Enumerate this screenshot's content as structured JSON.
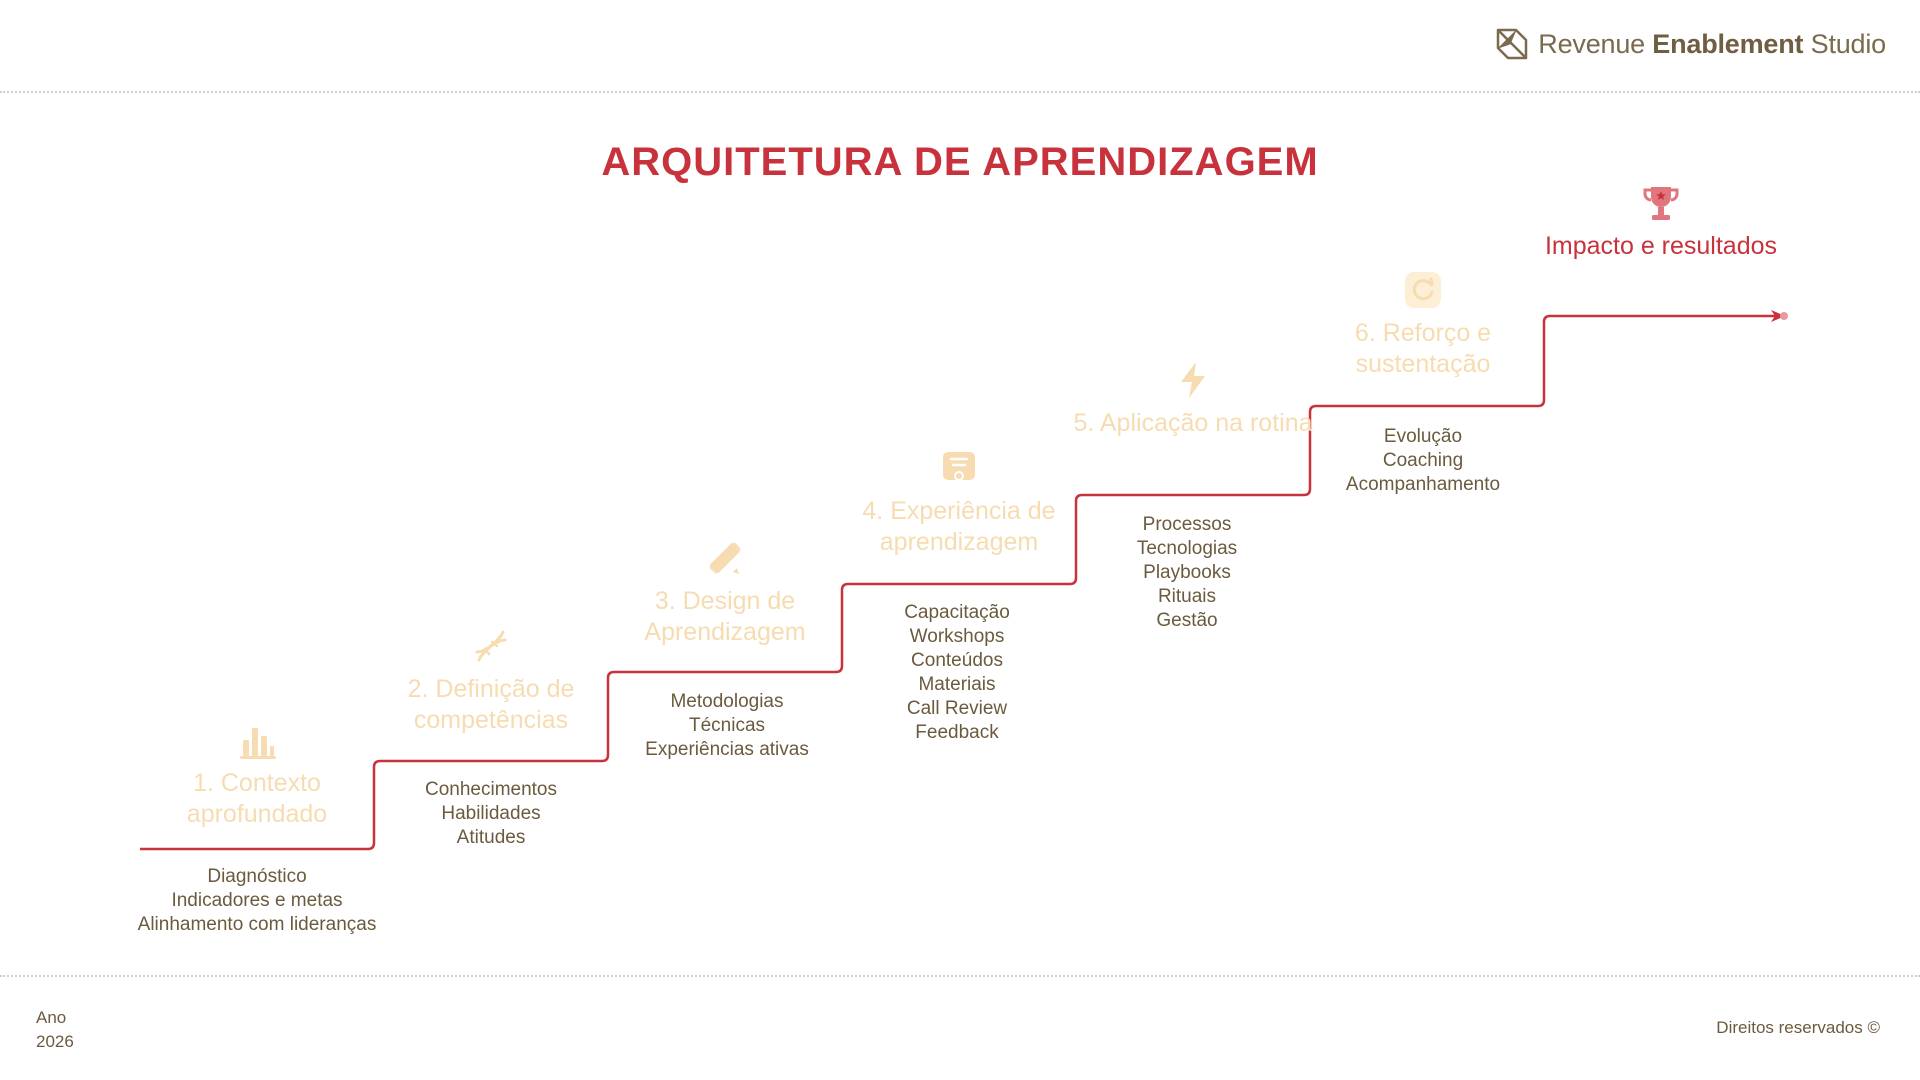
{
  "brand": {
    "name_regular": "Revenue ",
    "name_bold": "Enablement",
    "name_end": " Studio",
    "icon": "brand-logo-icon"
  },
  "title": "ARQUITETURA DE APRENDIZAGEM",
  "stages": [
    {
      "label": "1. Contexto aprofundado",
      "icon": "bar-chart-icon",
      "items": [
        "Diagnóstico",
        "Indicadores e metas",
        "Alinhamento com lideranças"
      ]
    },
    {
      "label": "2. Definição de competências",
      "icon": "dna-icon",
      "items": [
        "Conhecimentos",
        "Habilidades",
        "Atitudes"
      ]
    },
    {
      "label": "3. Design de Aprendizagem",
      "icon": "pencil-ruler-icon",
      "items": [
        "Metodologias",
        "Técnicas",
        "Experiências ativas"
      ]
    },
    {
      "label": "4. Experiência de aprendizagem",
      "icon": "certificate-icon",
      "items": [
        "Capacitação",
        "Workshops",
        "Conteúdos",
        "Materiais",
        "Call Review",
        "Feedback"
      ]
    },
    {
      "label": "5. Aplicação na rotina",
      "icon": "lightning-icon",
      "items": [
        "Processos",
        "Tecnologias",
        "Playbooks",
        "Rituais",
        "Gestão"
      ]
    },
    {
      "label": "6. Reforço e sustentação",
      "icon": "refresh-icon",
      "items": [
        "Evolução",
        "Coaching",
        "Acompanhamento"
      ]
    },
    {
      "label": "Impacto e resultados",
      "icon": "trophy-icon",
      "items": []
    }
  ],
  "colors": {
    "accent": "#c8323c",
    "stage_label": "#f6dcb0",
    "icon_light": "#f6dcb0",
    "text": "#6b5a3e"
  },
  "footer": {
    "year_label": "Ano",
    "year": "2026",
    "rights": "Direitos reservados ©"
  }
}
